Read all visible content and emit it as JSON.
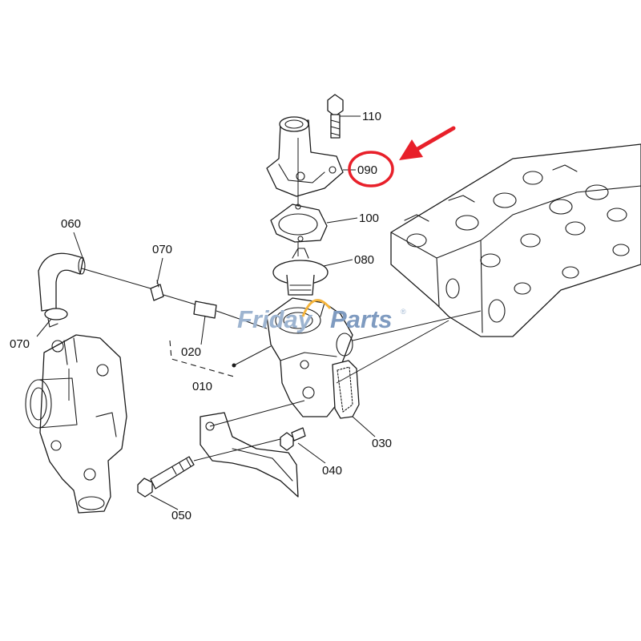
{
  "watermark": {
    "brand_first": "Friday",
    "brand_second": "Parts",
    "reg_mark": "®",
    "color_first": "#9db4d0",
    "color_second": "#7f9bc0",
    "accent": "#f5b53c"
  },
  "callouts": {
    "p110": "110",
    "p090": "090",
    "p100": "100",
    "p080": "080",
    "p060": "060",
    "p070_upper": "070",
    "p070_lower": "070",
    "p020": "020",
    "p010": "010",
    "p030": "030",
    "p040": "040",
    "p050": "050"
  },
  "highlight": {
    "target_part": "090",
    "color": "#e8202a",
    "indicator": "arrow-and-circle"
  },
  "colors": {
    "line": "#1a1a1a",
    "background": "#ffffff"
  }
}
